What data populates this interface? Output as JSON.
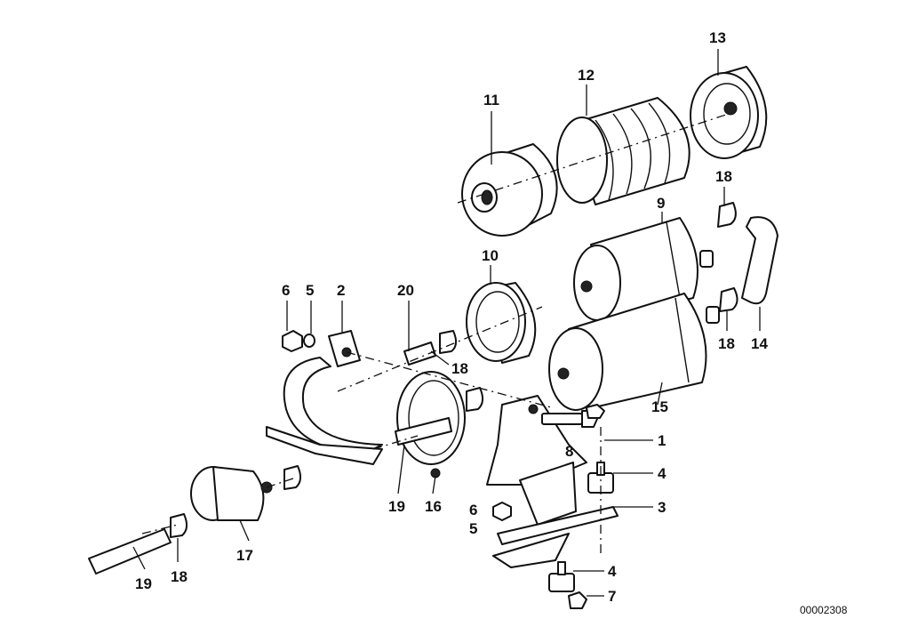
{
  "callouts": {
    "c1": "1",
    "c2": "2",
    "c3": "3",
    "c4a": "4",
    "c4b": "4",
    "c5a": "5",
    "c5b": "5",
    "c6a": "6",
    "c6b": "6",
    "c7": "7",
    "c8": "8",
    "c9": "9",
    "c10": "10",
    "c11": "11",
    "c12": "12",
    "c13": "13",
    "c14": "14",
    "c15": "15",
    "c16": "16",
    "c17": "17",
    "c18a": "18",
    "c18b": "18",
    "c18c": "18",
    "c18d": "18",
    "c19a": "19",
    "c19b": "19",
    "c20": "20"
  },
  "reference_number": "00002308"
}
